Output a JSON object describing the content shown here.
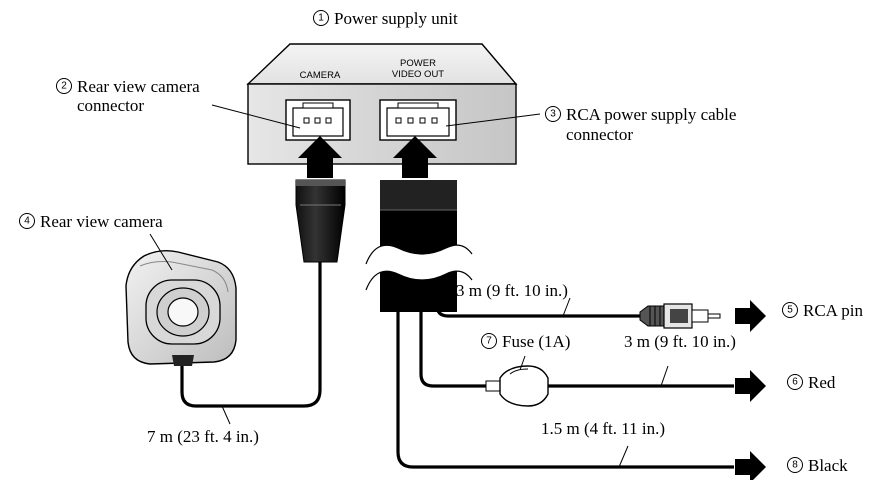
{
  "labels": {
    "power_supply_unit": {
      "num": "1",
      "text": "Power supply unit"
    },
    "rear_view_camera_connector": {
      "num": "2",
      "line1": "Rear view camera",
      "line2": "connector"
    },
    "rca_power_supply_cable_connector": {
      "num": "3",
      "line1": "RCA power supply cable",
      "line2": "connector"
    },
    "rear_view_camera": {
      "num": "4",
      "text": "Rear view camera"
    },
    "rca_pin": {
      "num": "5",
      "text": "RCA pin"
    },
    "red": {
      "num": "6",
      "text": "Red"
    },
    "fuse": {
      "num": "7",
      "text": "Fuse (1A)"
    },
    "black": {
      "num": "8",
      "text": "Black"
    }
  },
  "unit_panel": {
    "camera": "CAMERA",
    "power_line1": "POWER",
    "power_line2": "VIDEO OUT"
  },
  "lengths": {
    "rca_cable": "3 m (9 ft. 10 in.)",
    "red_cable": "3 m (9 ft. 10 in.)",
    "black_cable": "1.5 m (4 ft. 11 in.)",
    "camera_cable": "7 m (23 ft. 4 in.)"
  }
}
